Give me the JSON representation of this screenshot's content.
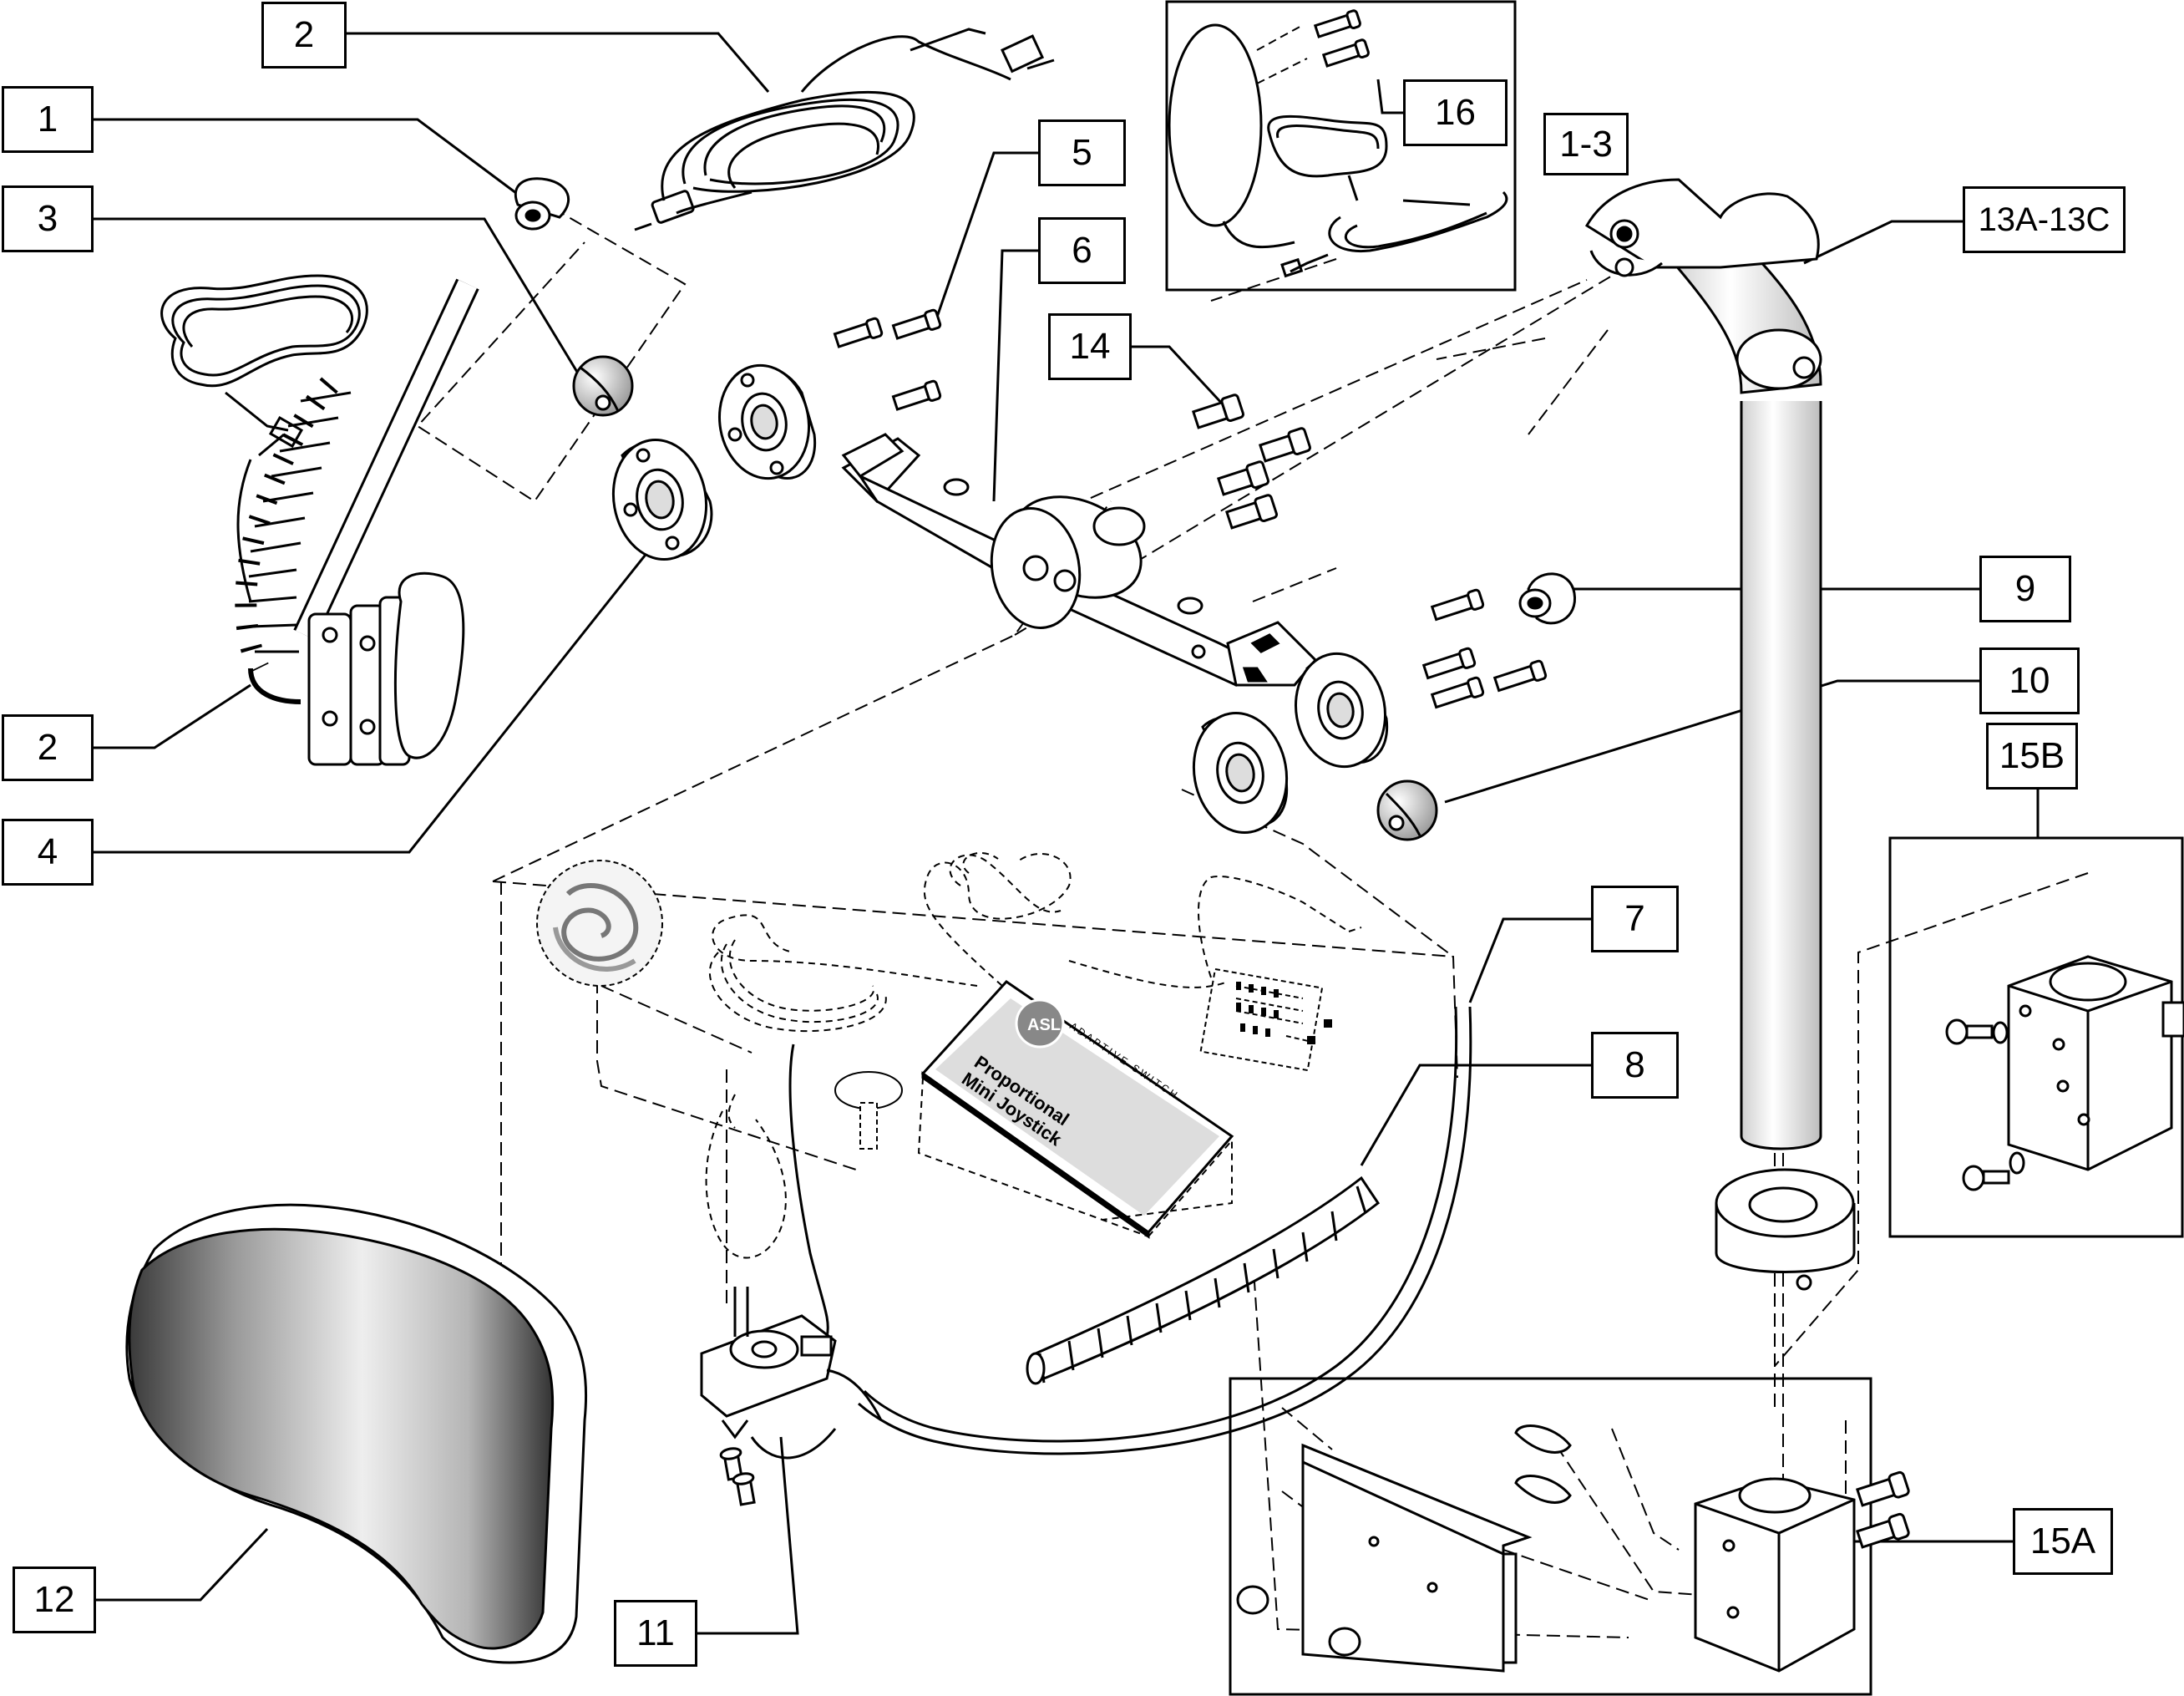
{
  "callouts": {
    "c1": "1",
    "c2a": "2",
    "c2b": "2",
    "c3": "3",
    "c4": "4",
    "c5": "5",
    "c6": "6",
    "c7": "7",
    "c8": "8",
    "c9": "9",
    "c10": "10",
    "c11": "11",
    "c12": "12",
    "c13": "13A-13C",
    "c14": "14",
    "c15a": "15A",
    "c15b": "15B",
    "c16": "16",
    "c1_3": "1-3"
  },
  "joystick_label": {
    "brand": "ASL",
    "brand_line": "ADAPTIVE SWITCH",
    "product_line1": "Proportional",
    "product_line2": "Mini Joystick"
  }
}
